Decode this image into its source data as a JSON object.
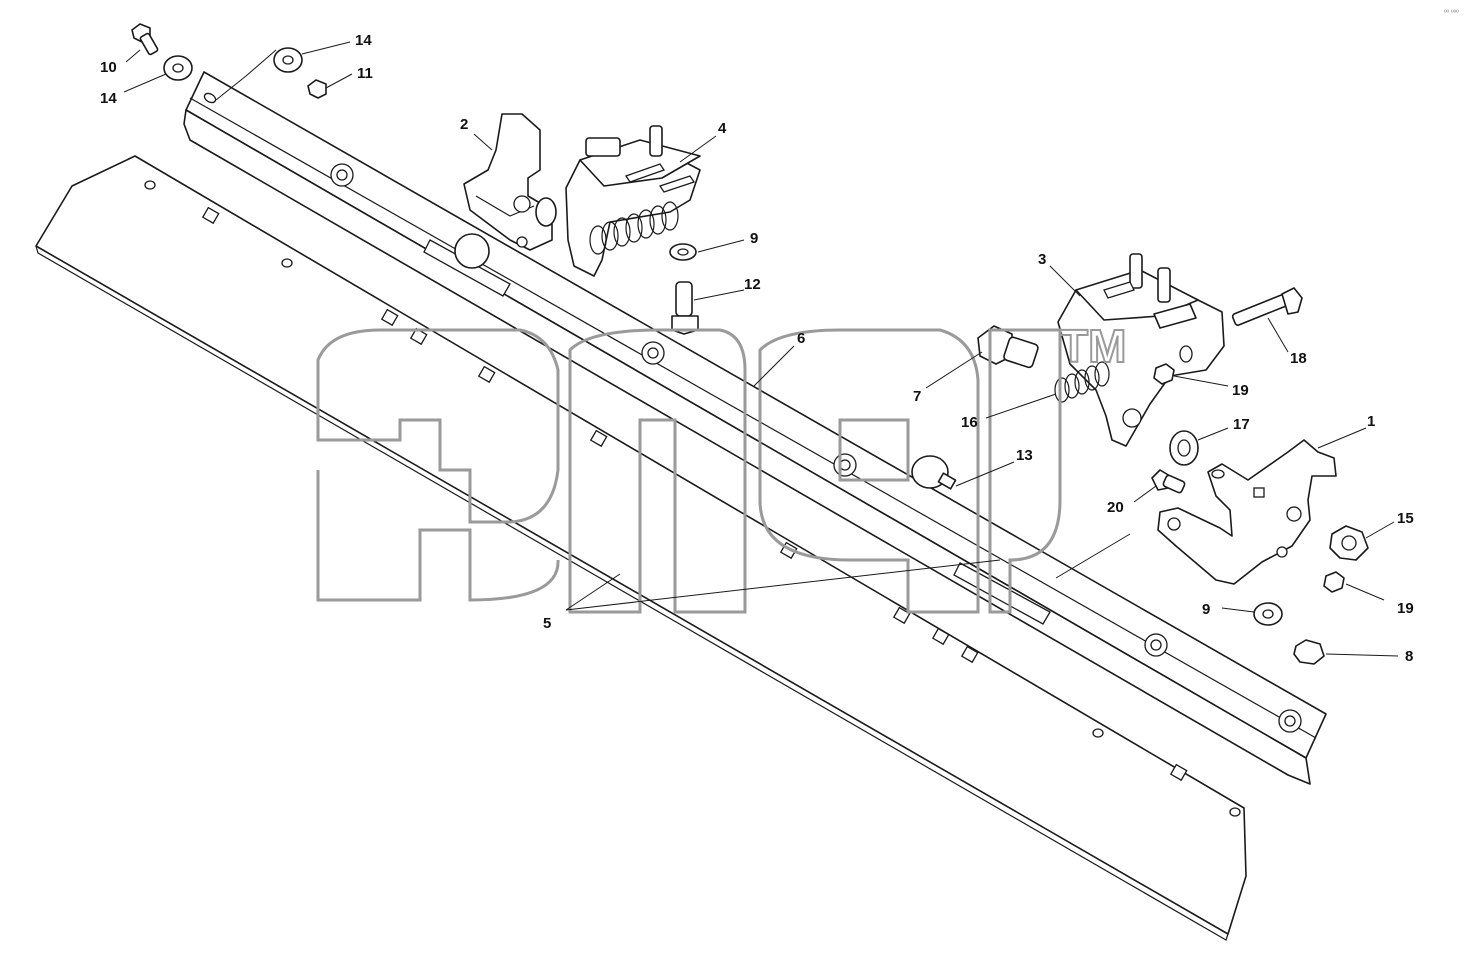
{
  "diagram": {
    "watermark": {
      "wordmark": "эпср",
      "tm": "TM"
    },
    "corner_mark": "ºº ººº",
    "callouts": [
      {
        "id": "c10a",
        "label": "10"
      },
      {
        "id": "c14a",
        "label": "14"
      },
      {
        "id": "c14b",
        "label": "14"
      },
      {
        "id": "c11",
        "label": "11"
      },
      {
        "id": "c2",
        "label": "2"
      },
      {
        "id": "c4",
        "label": "4"
      },
      {
        "id": "c9a",
        "label": "9"
      },
      {
        "id": "c12",
        "label": "12"
      },
      {
        "id": "c6",
        "label": "6"
      },
      {
        "id": "c3",
        "label": "3"
      },
      {
        "id": "c18",
        "label": "18"
      },
      {
        "id": "c7",
        "label": "7"
      },
      {
        "id": "c16",
        "label": "16"
      },
      {
        "id": "c19a",
        "label": "19"
      },
      {
        "id": "c17",
        "label": "17"
      },
      {
        "id": "c1",
        "label": "1"
      },
      {
        "id": "c13",
        "label": "13"
      },
      {
        "id": "c20",
        "label": "20"
      },
      {
        "id": "c15",
        "label": "15"
      },
      {
        "id": "c19b",
        "label": "19"
      },
      {
        "id": "c9b",
        "label": "9"
      },
      {
        "id": "c8",
        "label": "8"
      },
      {
        "id": "c5",
        "label": "5"
      }
    ]
  }
}
